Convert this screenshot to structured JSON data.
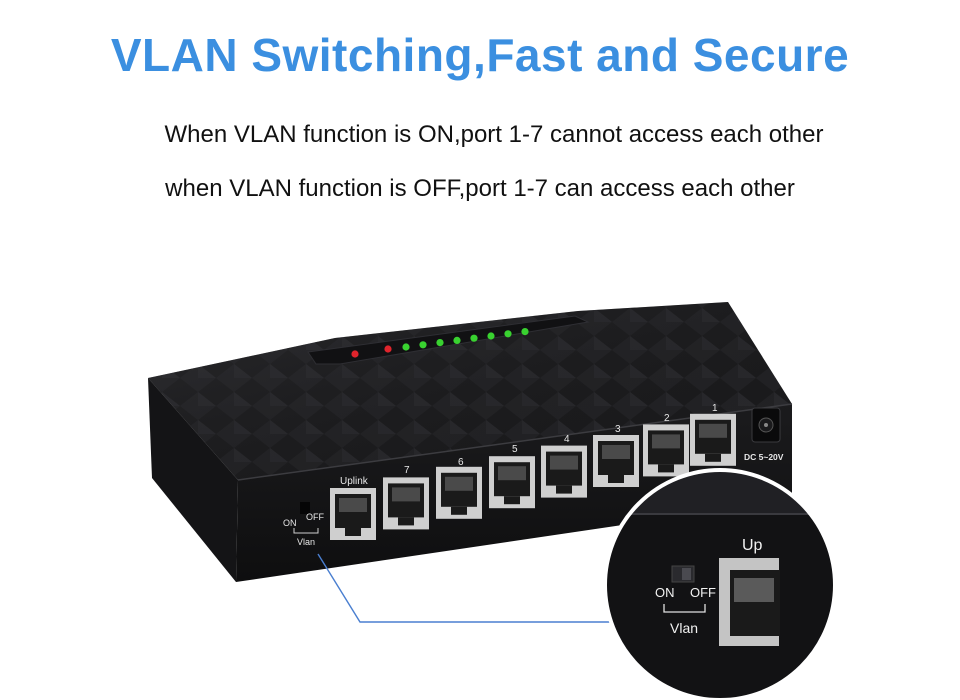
{
  "headline": "VLAN Switching,Fast and Secure",
  "lines": [
    "When VLAN function is ON,port 1-7 cannot access each other",
    "when VLAN function is OFF,port 1-7 can access each other"
  ],
  "device": {
    "uplink_label": "Uplink",
    "port_numbers": [
      "7",
      "6",
      "5",
      "4",
      "3",
      "2",
      "1"
    ],
    "power_label": "DC 5~20V",
    "switch_on": "ON",
    "switch_off": "OFF",
    "switch_name": "Vlan"
  },
  "zoom": {
    "switch_on": "ON",
    "switch_off": "OFF",
    "switch_name": "Vlan",
    "uplink_partial": "Up"
  },
  "colors": {
    "headline": "#3b8fe0",
    "callout_line": "#4a7fd0",
    "led_green": "#39d230",
    "led_red": "#e0242c"
  }
}
